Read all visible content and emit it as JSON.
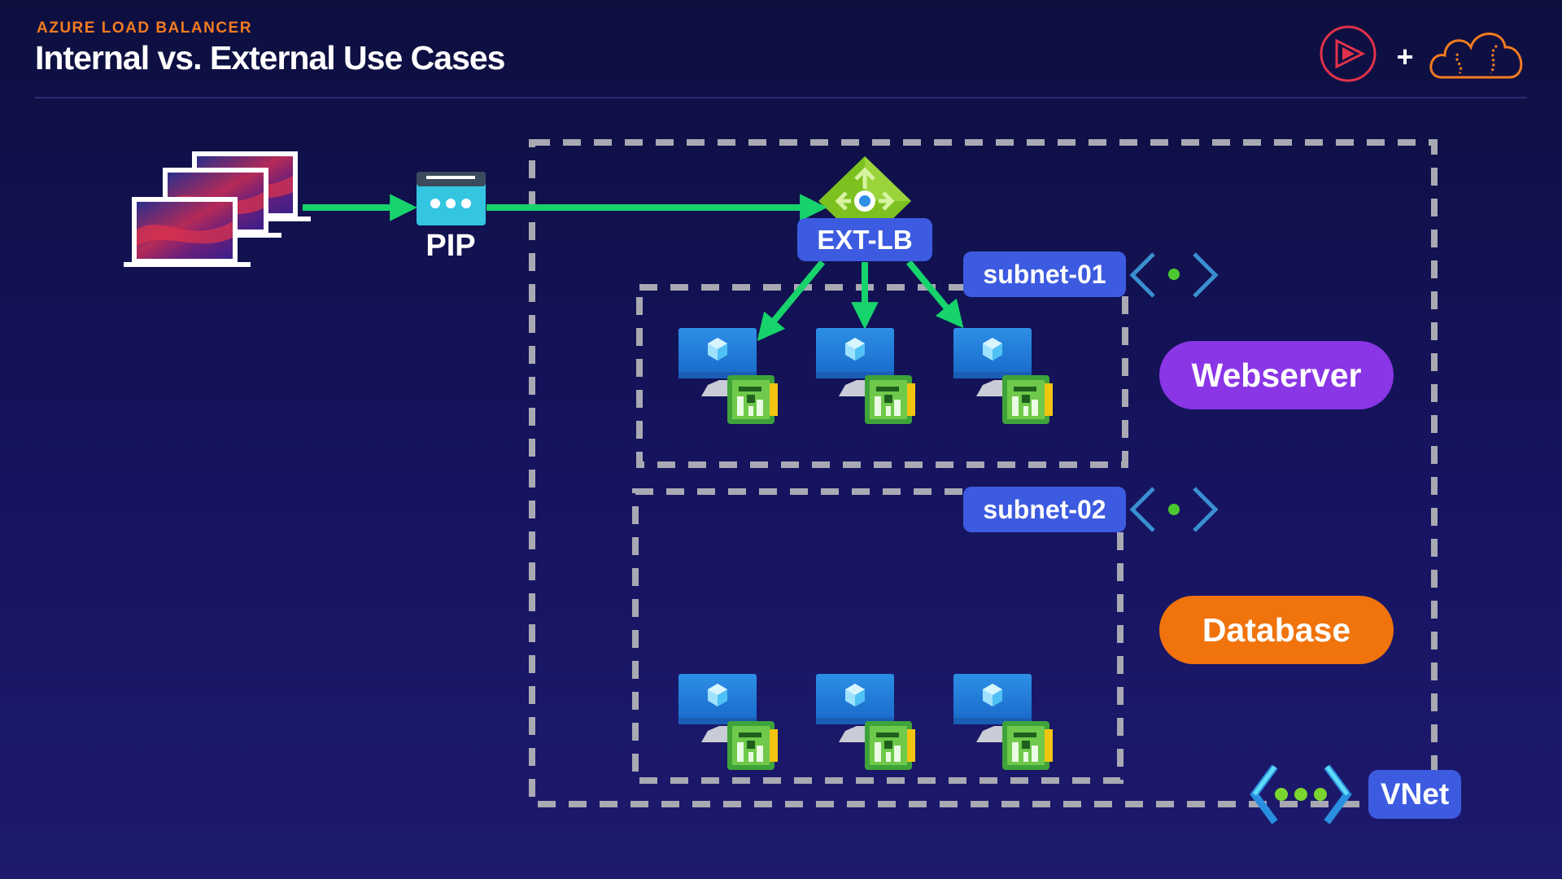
{
  "header": {
    "eyebrow": "AZURE LOAD BALANCER",
    "title": "Internal vs. External Use Cases",
    "plus": "+"
  },
  "diagram": {
    "pip_label": "PIP",
    "lb_label": "EXT-LB",
    "subnet1_label": "subnet-01",
    "subnet2_label": "subnet-02",
    "webserver_label": "Webserver",
    "database_label": "Database",
    "vnet_label": "VNet"
  },
  "colors": {
    "arrow": "#17d36b",
    "tag": "#3d5be0",
    "webserver": "#8a35e6",
    "database": "#f0730c",
    "dash": "#a9a9b3",
    "accent_orange": "#f47b20",
    "accent_red": "#e0334b"
  },
  "icons": [
    "laptops-icon",
    "public-ip-icon",
    "load-balancer-icon",
    "virtual-machine-icon",
    "network-interface-icon",
    "subnet-icon",
    "vnet-icon",
    "pluralsight-logo",
    "acloudguru-logo"
  ]
}
